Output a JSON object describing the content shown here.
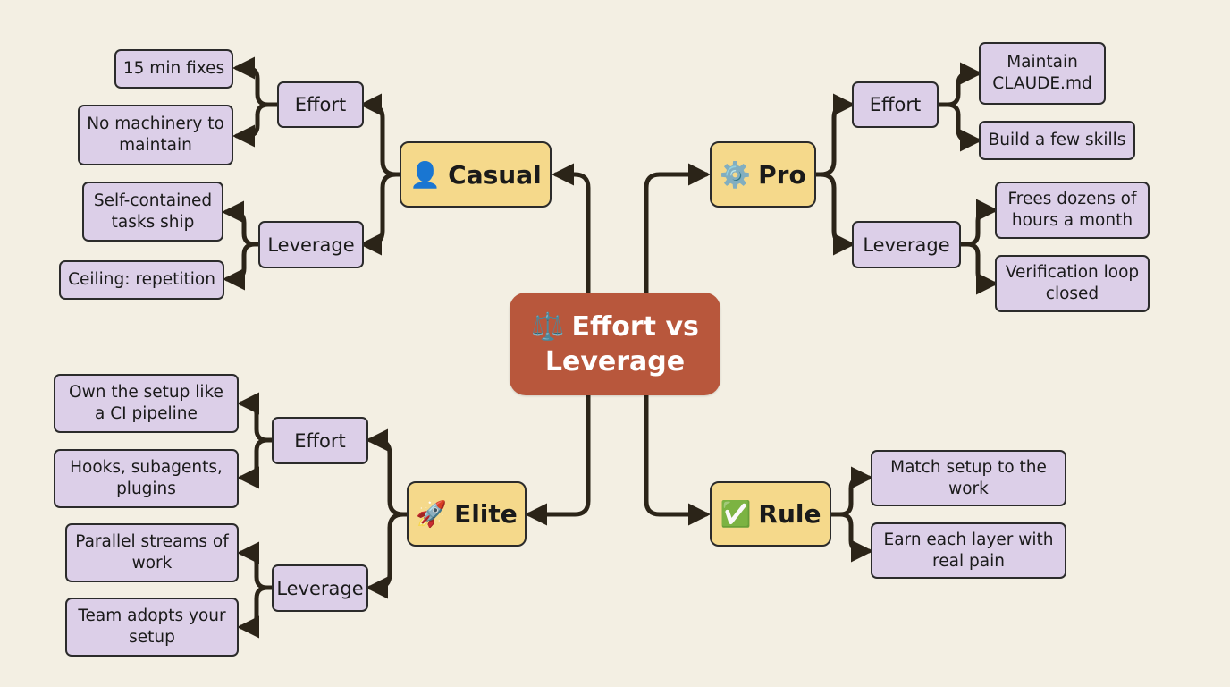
{
  "root": {
    "icon": "⚖️",
    "label": "Effort vs\nLeverage",
    "color": "#b8573c"
  },
  "casual": {
    "icon": "👤",
    "label": "Casual",
    "effort": {
      "label": "Effort",
      "items": [
        "15 min fixes",
        "No machinery to\nmaintain"
      ]
    },
    "leverage": {
      "label": "Leverage",
      "items": [
        "Self-contained\ntasks ship",
        "Ceiling: repetition"
      ]
    }
  },
  "pro": {
    "icon": "⚙️",
    "label": "Pro",
    "effort": {
      "label": "Effort",
      "items": [
        "Maintain\nCLAUDE.md",
        "Build a few skills"
      ]
    },
    "leverage": {
      "label": "Leverage",
      "items": [
        "Frees dozens of\nhours a month",
        "Verification loop\nclosed"
      ]
    }
  },
  "elite": {
    "icon": "🚀",
    "label": "Elite",
    "effort": {
      "label": "Effort",
      "items": [
        "Own the setup like\na CI pipeline",
        "Hooks, subagents,\nplugins"
      ]
    },
    "leverage": {
      "label": "Leverage",
      "items": [
        "Parallel streams of\nwork",
        "Team adopts your\nsetup"
      ]
    }
  },
  "rule": {
    "icon": "✅",
    "label": "Rule",
    "items": [
      "Match setup to the\nwork",
      "Earn each layer with\nreal pain"
    ]
  },
  "colors": {
    "background": "#f3efe3",
    "branch": "#f5d98b",
    "leaf": "#dccfe8",
    "connector": "#2b2418"
  }
}
